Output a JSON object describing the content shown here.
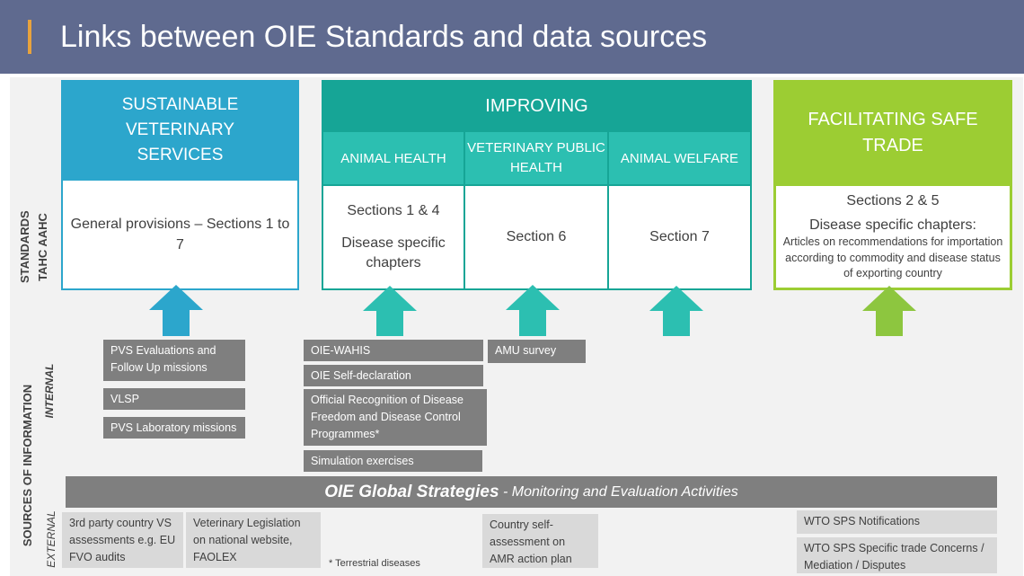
{
  "title": "Links between OIE Standards and data sources",
  "colors": {
    "title_bar": "#5f6a8f",
    "accent": "#e8a33d",
    "sustainable": "#2ca6cc",
    "improving": "#16a596",
    "improving_sub": "#2cbfb1",
    "trade": "#9ccd33",
    "box_grey": "#7f7f7f",
    "box_light": "#d9d9d9"
  },
  "side_labels": {
    "standards": "STANDARDS",
    "tahc": "TAHC AAHC",
    "sources": "SOURCES OF INFORMATION",
    "internal": "INTERNAL",
    "external": "EXTERNAL"
  },
  "columns": {
    "sustainable": {
      "header": "SUSTAINABLE VETERINARY SERVICES",
      "content": "General provisions – Sections 1 to 7"
    },
    "improving": {
      "header": "IMPROVING",
      "animal_health": {
        "header": "ANIMAL HEALTH",
        "line1": "Sections 1 & 4",
        "line2": "Disease specific chapters"
      },
      "vph": {
        "header": "VETERINARY PUBLIC HEALTH",
        "content": "Section 6"
      },
      "welfare": {
        "header": "ANIMAL WELFARE",
        "content": "Section 7"
      }
    },
    "trade": {
      "header": "FACILITATING SAFE TRADE",
      "line1": "Sections 2 & 5",
      "line2": "Disease specific chapters:",
      "line3": "Articles on recommendations for importation according to commodity and disease status of exporting country"
    }
  },
  "internal_sources": {
    "sustainable": [
      "PVS Evaluations and Follow Up missions",
      "VLSP",
      "PVS Laboratory missions"
    ],
    "animal_health": [
      "OIE-WAHIS",
      "OIE Self-declaration",
      "Official Recognition of Disease Freedom and Disease Control Programmes*",
      "Simulation exercises"
    ],
    "vph": [
      "AMU survey"
    ]
  },
  "global_strategies": {
    "bold": "OIE Global Strategies",
    "rest": " - Monitoring and Evaluation Activities"
  },
  "external_sources": {
    "third_party": "3rd party country VS assessments e.g. EU FVO audits",
    "vet_legislation": "Veterinary Legislation on national website, FAOLEX",
    "amr": "Country self-assessment on AMR action plan",
    "wto_notif": "WTO SPS Notifications",
    "wto_stc": "WTO SPS Specific trade Concerns / Mediation / Disputes"
  },
  "footnote": "* Terrestrial diseases"
}
